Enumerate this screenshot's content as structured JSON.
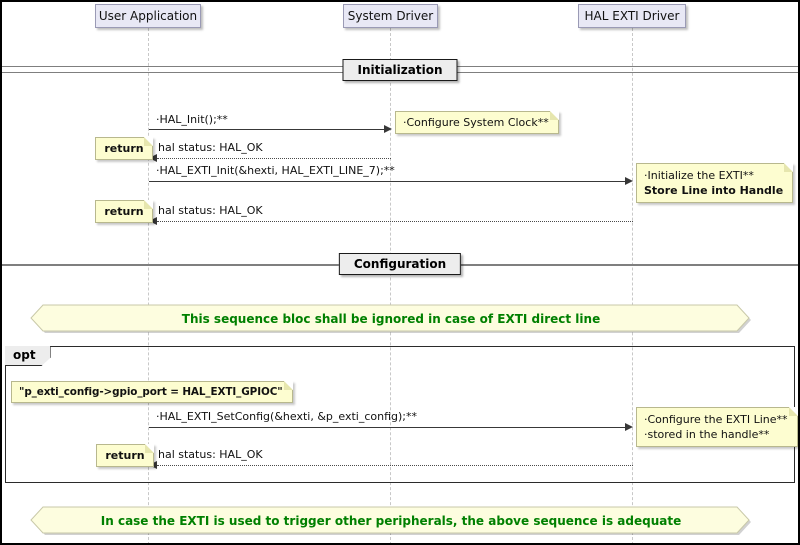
{
  "diagram": {
    "participants": [
      {
        "label": "User Application"
      },
      {
        "label": "System Driver"
      },
      {
        "label": "HAL EXTI Driver"
      }
    ],
    "dividers": [
      {
        "label": "Initialization"
      },
      {
        "label": "Configuration"
      }
    ],
    "init": {
      "msg1_label": "·HAL_Init();**",
      "msg1_note": "·Configure System Clock**",
      "ret1_tag": "return",
      "ret1_label": "hal status: HAL_OK",
      "msg2_label": "·HAL_EXTI_Init(&hexti, HAL_EXTI_LINE_7);**",
      "msg2_note_line1": "·Initialize the EXTI**",
      "msg2_note_line2": "Store Line into Handle",
      "ret2_tag": "return",
      "ret2_label": "hal status: HAL_OK"
    },
    "banner_ignore": "This sequence bloc shall be ignored in case of EXTI direct line",
    "opt": {
      "tag": "opt",
      "config_note": "\"p_exti_config->gpio_port = HAL_EXTI_GPIOC\"",
      "msg_label": "·HAL_EXTI_SetConfig(&hexti, &p_exti_config);**",
      "msg_note_line1": "·Configure the EXTI Line**",
      "msg_note_line2": "·stored in the handle**",
      "ret_tag": "return",
      "ret_label": "hal status: HAL_OK"
    },
    "banner_adequate": "In case the EXTI is used to trigger other peripherals, the above sequence is adequate",
    "colors": {
      "participant_fill": "#E8E8F5",
      "participant_border": "#9A9AB5",
      "note_fill": "#FDFDD0",
      "note_border": "#B8B88E",
      "banner_fill": "#FDFDDF",
      "banner_border": "#C8C8A8",
      "banner_text": "#008000",
      "arrow": "#383838",
      "lifeline": "#C8C8C8"
    }
  }
}
